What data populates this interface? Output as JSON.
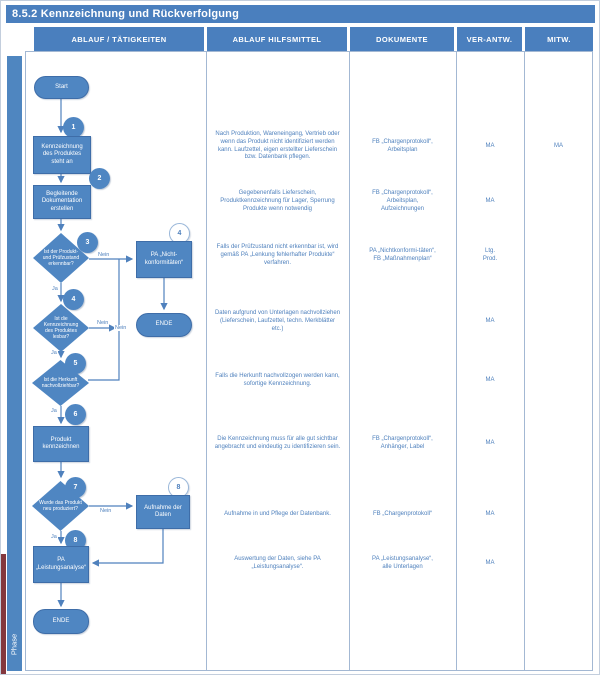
{
  "title": "8.5.2 Kennzeichnung und Rückverfolgung",
  "phase_label": "Phase",
  "colors": {
    "header_blue": "#4a7fbe",
    "shape_blue": "#4f86c2",
    "text_blue": "#4f81bd",
    "grid_blue": "#a3b8d3",
    "edge_red": "#84383e"
  },
  "columns": {
    "taetigkeiten": "ABLAUF / TÄTIGKEITEN",
    "hilfsmittel": "ABLAUF HILFSMITTEL",
    "dokumente": "DOKUMENTE",
    "verantwortlich": "VER-ANTW.",
    "mitwirkung": "MITW."
  },
  "flow": {
    "start": "Start",
    "ende": "ENDE",
    "ja": "Ja",
    "nein": "Nein",
    "box1": "Kennzeichnung des Produktes steht an",
    "box2": "Begleitende Dokumentation erstellen",
    "diamond3": "Ist der Produkt- und Prüfzustand erkennbar?",
    "diamond4": "Ist die Kennzeichnung des Produktes lesbar?",
    "diamond5": "Ist die Herkunft nachvollziehbar?",
    "box6": "Produkt kennzeichnen",
    "diamond7": "Wurde das Produkt neu produziert?",
    "box8": "PA „Leistungsanalyse“",
    "box_nichtkonformitaeten": "PA „Nicht-konformitäten“",
    "box_aufnahme": "Aufnahme der Daten",
    "badges": {
      "b1": "1",
      "b2": "2",
      "b3": "3",
      "b4": "4",
      "b5": "5",
      "b6": "6",
      "b7": "7",
      "b8": "8",
      "w4": "4",
      "w8": "8"
    }
  },
  "rows": [
    {
      "hilfsmittel": "Nach Produktion, Wareneingang, Vertrieb oder wenn das Produkt nicht identifiziert werden kann. Laufzettel, eigen erstellter Lieferschein bzw. Datenbank pflegen.",
      "dokumente": "FB „Chargenprotokoll“,\nArbeitsplan",
      "verantw": "MA",
      "mitw": "MA"
    },
    {
      "hilfsmittel": "Gegebenenfalls Lieferschein, Produktkennzeichnung für Lager, Sperrung Produkte wenn notwendig",
      "dokumente": "FB „Chargenprotokoll“,\nArbeitsplan,\nAufzeichnungen",
      "verantw": "MA",
      "mitw": ""
    },
    {
      "hilfsmittel": "Falls der Prüfzustand nicht erkennbar ist, wird gemäß PA „Lenkung fehlerhafter Produkte“ verfahren.",
      "dokumente": "PA „Nichtkonformi-täten“,\nFB „Maßnahmenplan“",
      "verantw": "Ltg.\nProd.",
      "mitw": ""
    },
    {
      "hilfsmittel": "Daten aufgrund von Unterlagen nachvollziehen (Lieferschein, Laufzettel, techn. Merkblätter etc.)",
      "dokumente": "",
      "verantw": "MA",
      "mitw": ""
    },
    {
      "hilfsmittel": "Falls die Herkunft nachvollzogen werden kann, sofortige Kennzeichnung.",
      "dokumente": "",
      "verantw": "MA",
      "mitw": ""
    },
    {
      "hilfsmittel": "Die Kennzeichnung muss für alle gut sichtbar angebracht und eindeutig zu identifizieren sein.",
      "dokumente": "FB „Chargenprotokoll“,\nAnhänger, Label",
      "verantw": "MA",
      "mitw": ""
    },
    {
      "hilfsmittel": "Aufnahme in und Pflege der Datenbank.",
      "dokumente": "FB „Chargenprotokoll“",
      "verantw": "MA",
      "mitw": ""
    },
    {
      "hilfsmittel": "Auswertung der Daten, siehe PA „Leistungsanalyse“.",
      "dokumente": "PA „Leistungsanalyse“,\nalle Unterlagen",
      "verantw": "MA",
      "mitw": ""
    }
  ]
}
